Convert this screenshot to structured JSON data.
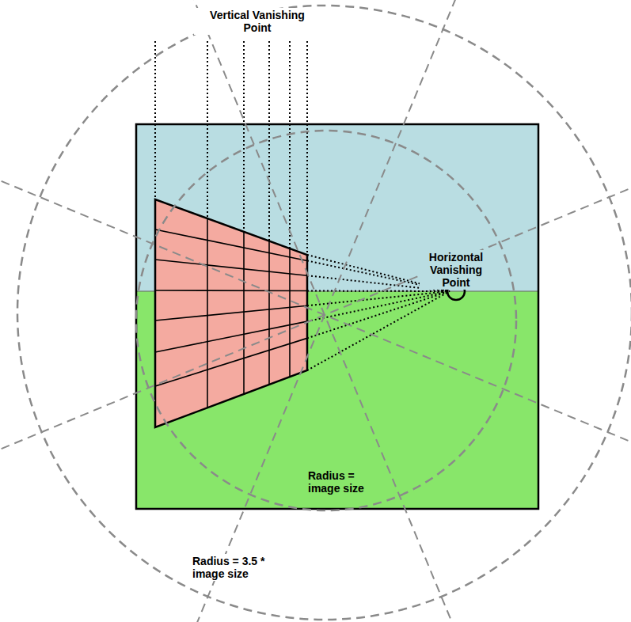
{
  "diagram": {
    "labels": [
      "Vertical Vanishing Point",
      "Horizontal Vanishing Point",
      "Radius = image size",
      "Radius = 3.5 * image size"
    ]
  }
}
